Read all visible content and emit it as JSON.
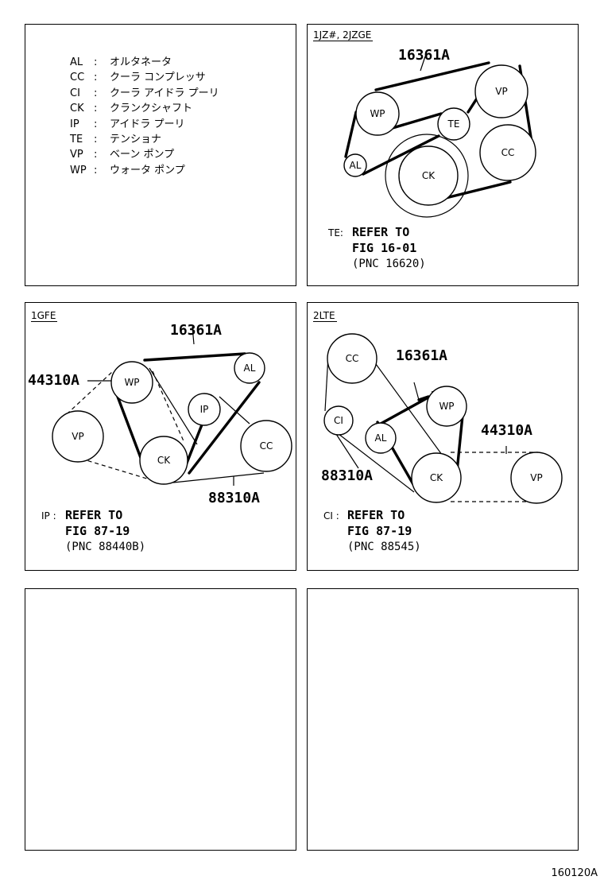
{
  "legend": {
    "items": [
      {
        "code": "AL",
        "colon": ":",
        "name": "オルタネータ"
      },
      {
        "code": "CC",
        "colon": ":",
        "name": "クーラ  コンプレッサ"
      },
      {
        "code": "CI",
        "colon": ":",
        "name": "クーラ  アイドラ  プーリ"
      },
      {
        "code": "CK",
        "colon": ":",
        "name": "クランクシャフト"
      },
      {
        "code": "IP",
        "colon": ":",
        "name": "アイドラ  プーリ"
      },
      {
        "code": "TE",
        "colon": ":",
        "name": "テンショナ"
      },
      {
        "code": "VP",
        "colon": ":",
        "name": "ベーン  ポンプ"
      },
      {
        "code": "WP",
        "colon": ":",
        "name": "ウォータ  ポンプ"
      }
    ]
  },
  "panel_1jz": {
    "tag": "1JZ#, 2JZGE",
    "part": "16361A",
    "pulleys": {
      "wp": "WP",
      "vp": "VP",
      "te": "TE",
      "al": "AL",
      "ck": "CK",
      "cc": "CC"
    },
    "note_lead": "TE:",
    "note_line1": "REFER TO",
    "note_line2": "FIG 16-01",
    "note_line3": "(PNC 16620)"
  },
  "panel_1gfe": {
    "tag": "1GFE",
    "part_top": "16361A",
    "part_left": "44310A",
    "part_bottom": "88310A",
    "pulleys": {
      "wp": "WP",
      "al": "AL",
      "vp": "VP",
      "ip": "IP",
      "ck": "CK",
      "cc": "CC"
    },
    "note_lead": "IP :",
    "note_line1": "REFER TO",
    "note_line2": "FIG 87-19",
    "note_line3": "(PNC 88440B)"
  },
  "panel_2lte": {
    "tag": "2LTE",
    "part_top": "16361A",
    "part_right": "44310A",
    "part_left": "88310A",
    "pulleys": {
      "cc": "CC",
      "ci": "CI",
      "al": "AL",
      "wp": "WP",
      "ck": "CK",
      "vp": "VP"
    },
    "note_lead": "CI :",
    "note_line1": "REFER TO",
    "note_line2": "FIG 87-19",
    "note_line3": "(PNC 88545)"
  },
  "figure_id": "160120A"
}
